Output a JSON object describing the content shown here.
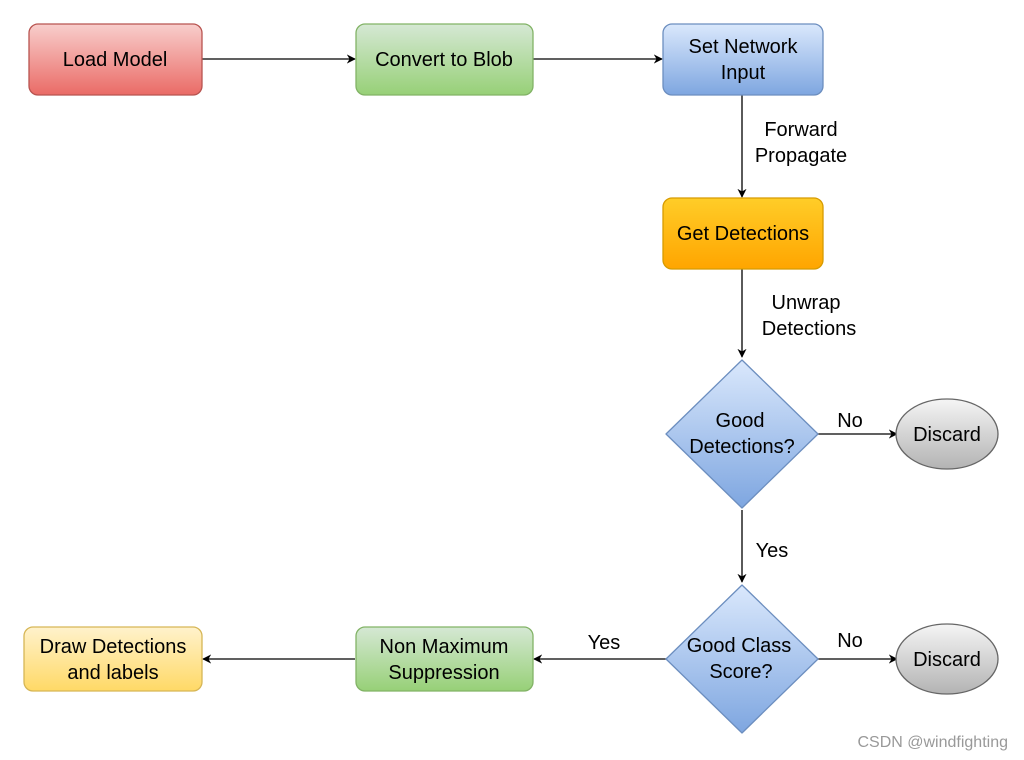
{
  "nodes": {
    "load_model": {
      "label": "Load Model"
    },
    "convert_blob": {
      "label": "Convert to Blob"
    },
    "set_input": {
      "line1": "Set Network",
      "line2": "Input"
    },
    "get_detections": {
      "label": "Get Detections"
    },
    "good_detections": {
      "line1": "Good",
      "line2": "Detections?"
    },
    "discard_1": {
      "label": "Discard"
    },
    "good_class": {
      "line1": "Good Class",
      "line2": "Score?"
    },
    "discard_2": {
      "label": "Discard"
    },
    "nms": {
      "line1": "Non Maximum",
      "line2": "Suppression"
    },
    "draw": {
      "line1": "Draw Detections",
      "line2": "and labels"
    }
  },
  "edges": {
    "forward": {
      "line1": "Forward",
      "line2": "Propagate"
    },
    "unwrap": {
      "line1": "Unwrap",
      "line2": "Detections"
    },
    "no_1": "No",
    "yes_1": "Yes",
    "no_2": "No",
    "yes_2": "Yes"
  },
  "watermark": "CSDN @windfighting",
  "colors": {
    "red_fill": "#ea6b66",
    "red_stroke": "#b85450",
    "green_fill": "#97d077",
    "green_stroke": "#82b366",
    "blue_fill": "#7ea6e0",
    "blue_stroke": "#6c8ebf",
    "orange_fill": "#ffa500",
    "orange_stroke": "#d79b00",
    "yellow_fill": "#ffe599",
    "yellow_stroke": "#d6b656",
    "gray_fill": "#cccccc",
    "gray_stroke": "#666666"
  }
}
